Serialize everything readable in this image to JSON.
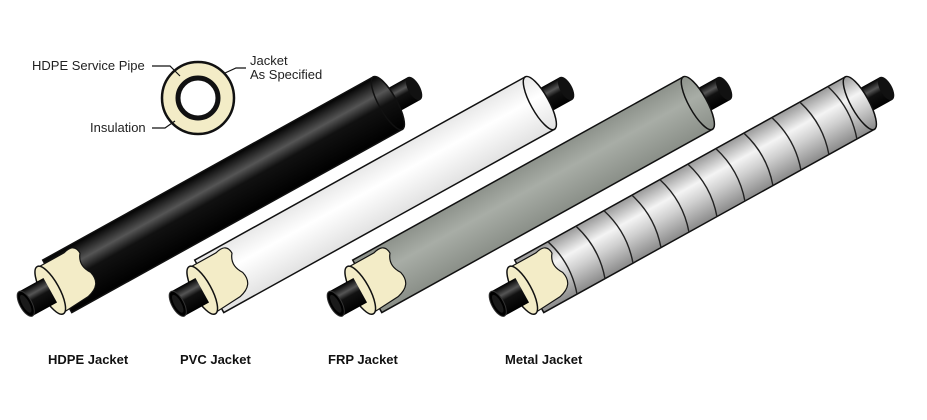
{
  "inset": {
    "service_pipe_label": "HDPE Service Pipe",
    "jacket_label_line1": "Jacket",
    "jacket_label_line2": "As Specified",
    "insulation_label": "Insulation"
  },
  "pipes": [
    {
      "label": "HDPE Jacket",
      "jacket_color": "#0d0d0d"
    },
    {
      "label": "PVC Jacket",
      "jacket_color": "#fafafa"
    },
    {
      "label": "FRP Jacket",
      "jacket_color": "#9ea39c"
    },
    {
      "label": "Metal Jacket",
      "jacket_color": "#d6d6d6"
    }
  ],
  "colors": {
    "insulation": "#f3ecc7",
    "service_pipe": "#111111"
  }
}
